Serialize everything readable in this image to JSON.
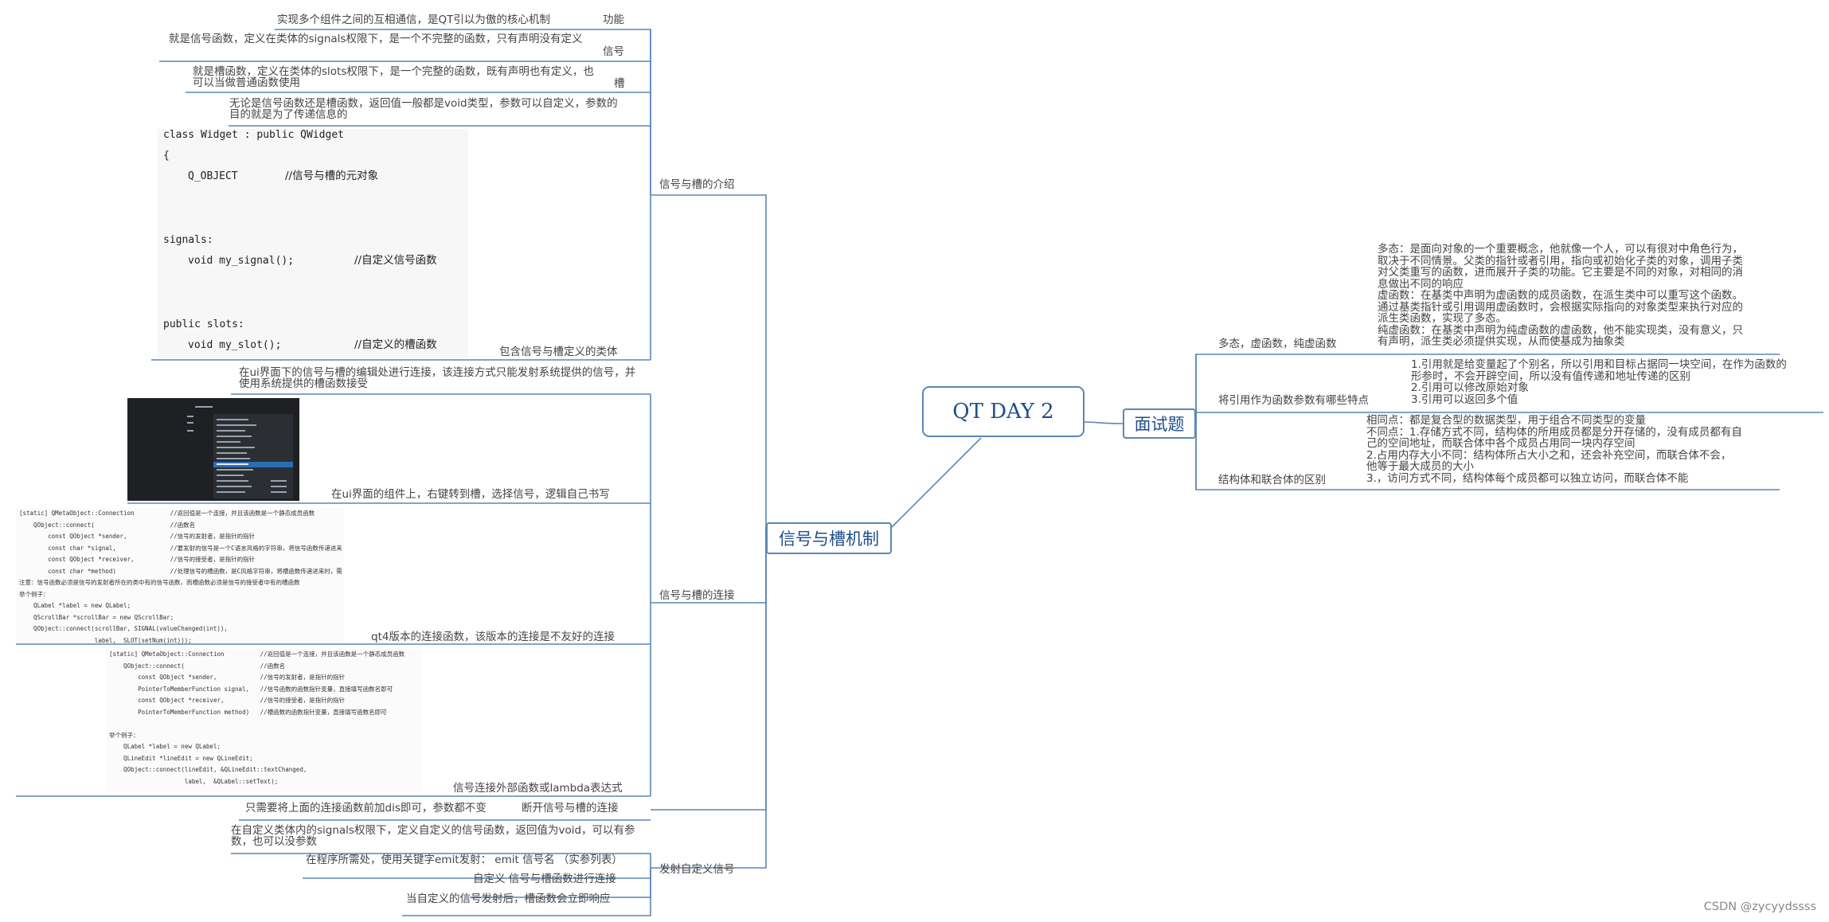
{
  "root": {
    "title": "QT   DAY 2"
  },
  "left": {
    "title": "信号与槽机制",
    "intro": {
      "label": "信号与槽的介绍",
      "items": [
        {
          "text": "实现多个组件之间的互相通信，是QT引以为傲的核心机制",
          "tag": "功能"
        },
        {
          "text": "就是信号函数，定义在类体的signals权限下，是一个不完整的函数，只有声明没有定义",
          "tag": "信号"
        },
        {
          "text": "就是槽函数，定义在类体的slots权限下，是一个完整的函数，既有声明也有定义，也可以当做普通函数使用",
          "tag": "槽"
        },
        {
          "text": "无论是信号函数还是槽函数，返回值一般都是void类型，参数可以自定义，参数的目的就是为了传递信息的"
        }
      ],
      "code_label": "包含信号与槽定义的类体",
      "code": {
        "l1": "class Widget : public QWidget",
        "l2": "{",
        "l3": "Q_OBJECT",
        "l3c": "//信号与槽的元对象",
        "l4": "signals:",
        "l5": "void my_signal();",
        "l5c": "//自定义信号函数",
        "l6": "public slots:",
        "l7": "void my_slot();",
        "l7c": "//自定义的槽函数"
      }
    },
    "connect": {
      "label": "信号与槽的连接",
      "items": [
        {
          "text": "在ui界面下的信号与槽的编辑处进行连接，该连接方式只能发射系统提供的信号，并使用系统提供的槽函数接受"
        },
        {
          "text": "在ui界面的组件上，右键转到槽，选择信号，逻辑自己书写"
        },
        {
          "text": "qt4版本的连接函数，该版本的连接是不友好的连接"
        },
        {
          "text": "信号连接外部函数或lambda表达式"
        }
      ],
      "qt4_code": [
        "[static] QMetaObject::Connection          //返回值是一个连接，并且该函数是一个静态成员函数",
        "    QObject::connect(                     //函数名",
        "        const QObject *sender,            //信号的发射者，是指针的指针",
        "        const char *signal,               //要发射的信号是一个C语言风格的字符串，将信号函数传递进来",
        "        const QObject *receiver,          //信号的接受者，是指针的指针",
        "        const char *method)               //处理信号的槽函数，是C风格字符串，将槽函数传递进来时，需",
        "注意：信号函数必须是信号的发射者所在的类中有的信号函数，而槽函数必须是信号的接受者中有的槽函数",
        "举个例子：",
        "    QLabel *label = new QLabel;",
        "    QScrollBar *scrollBar = new QScrollBar;",
        "    QObject::connect(scrollBar, SIGNAL(valueChanged(int)),",
        "                     label,  SLOT(setNum(int)));"
      ],
      "qt5_code": [
        "[static] QMetaObject::Connection          //返回值是一个连接，并且该函数是一个静态成员函数",
        "    QObject::connect(                     //函数名",
        "        const QObject *sender,            //信号的发射者，是指针的指针",
        "        PointerToMemberFunction signal,   //信号函数的函数指针变量，直接填写函数名即可",
        "        const QObject *receiver,          //信号的接受者，是指针的指针",
        "        PointerToMemberFunction method)   //槽函数的函数指针变量，直接填写函数名即可",
        "",
        "举个例子：",
        "    QLabel *label = new QLabel;",
        "    QLineEdit *lineEdit = new QLineEdit;",
        "    QObject::connect(lineEdit, &QLineEdit::textChanged,",
        "                     label,  &QLabel::setText);"
      ]
    },
    "disconnect": {
      "label": "断开信号与槽的连接",
      "text": "只需要将上面的连接函数前加dis即可，参数都不变"
    },
    "custom": {
      "label": "发射自定义信号",
      "items": [
        {
          "text": "在自定义类体内的signals权限下，定义自定义的信号函数，返回值为void，可以有参数，也可以没参数"
        },
        {
          "text": "在程序所需处，使用关键字emit发射： emit 信号名 （实参列表）"
        },
        {
          "text": "自定义 信号与槽函数进行连接"
        },
        {
          "text": "当自定义的信号发射后，槽函数会立即响应"
        }
      ]
    }
  },
  "right": {
    "title": "面试题",
    "items": [
      {
        "label": "多态，虚函数，纯虚函数",
        "lines": [
          "多态：是面向对象的一个重要概念，他就像一个人，可以有很对中角色行为，",
          "取决于不同情景。父类的指针或者引用，指向或初始化子类的对象，调用子类",
          "对父类重写的函数，进而展开子类的功能。它主要是不同的对象，对相同的消",
          "息做出不同的响应",
          "虚函数：在基类中声明为虚函数的成员函数，在派生类中可以重写这个函数。",
          "通过基类指针或引用调用虚函数时，会根据实际指向的对象类型来执行对应的",
          "派生类函数，实现了多态。",
          "纯虚函数：在基类中声明为纯虚函数的虚函数，他不能实现类，没有意义，只",
          "有声明，派生类必须提供实现，从而使基成为抽象类"
        ]
      },
      {
        "label": "将引用作为函数参数有哪些特点",
        "lines": [
          "1.引用就是给变量起了个别名，所以引用和目标占据同一块空间，在作为函数的",
          "形参时，不会开辟空间，所以没有值传递和地址传递的区别",
          "2.引用可以修改原始对象",
          "3.引用可以返回多个值"
        ]
      },
      {
        "label": "结构体和联合体的区别",
        "lines": [
          "相同点：都是复合型的数据类型，用于组合不同类型的变量",
          "不同点：1.存储方式不同，结构体的所用成员都是分开存储的，没有成员都有自",
          "己的空间地址，而联合体中各个成员占用同一块内存空间",
          "2.占用内存大小不同：结构体所占大小之和，还会补充空间，而联合体不会，",
          "他等于最大成员的大小",
          "3.，访问方式不同，结构体每个成员都可以独立访问，而联合体不能"
        ]
      }
    ]
  },
  "watermark": "CSDN @zycyydssss",
  "colors": {
    "line": "#5b86b5",
    "title": "#1f4f8a"
  }
}
